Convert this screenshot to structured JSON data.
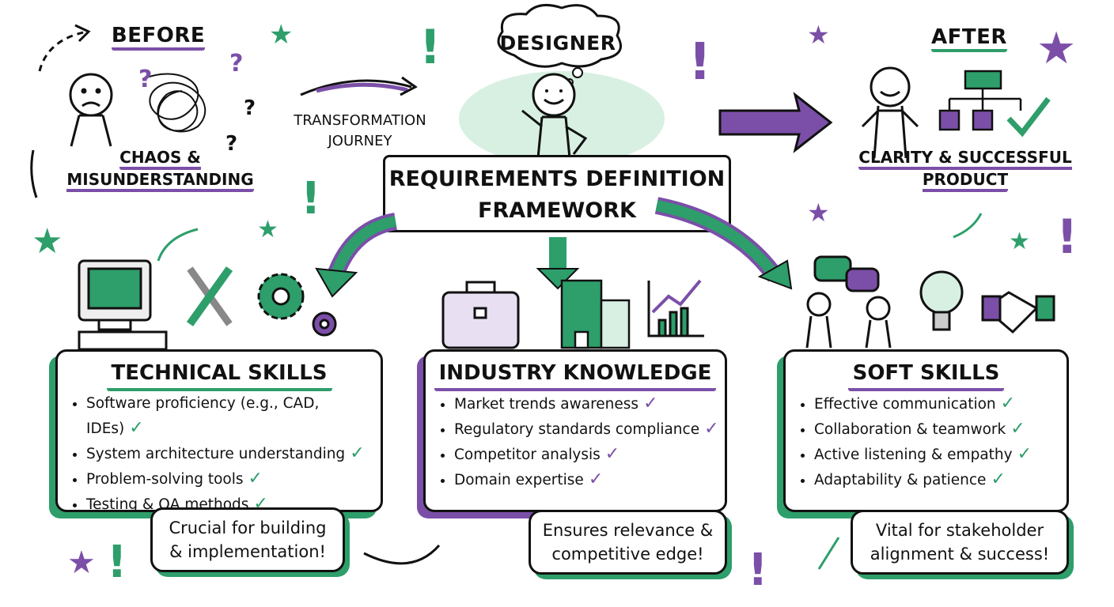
{
  "before": {
    "label": "BEFORE",
    "caption": "CHAOS & MISUNDERSTANDING"
  },
  "journey": {
    "label": "TRANSFORMATION JOURNEY"
  },
  "designer": {
    "label": "DESIGNER"
  },
  "title": "REQUIREMENTS DEFINITION FRAMEWORK",
  "after": {
    "label": "AFTER",
    "caption": "CLARITY & SUCCESSFUL PRODUCT"
  },
  "colors": {
    "green": "#2e9e6b",
    "purple": "#7b4fa8",
    "ink": "#111111"
  },
  "panels": [
    {
      "title": "TECHNICAL SKILLS",
      "items": [
        "Software proficiency (e.g., CAD, IDEs)",
        "System architecture understanding",
        "Problem-solving tools",
        "Testing & QA methods"
      ],
      "callout": "Crucial for building & implementation!"
    },
    {
      "title": "INDUSTRY KNOWLEDGE",
      "items": [
        "Market trends awareness",
        "Regulatory standards compliance",
        "Competitor analysis",
        "Domain expertise"
      ],
      "callout": "Ensures relevance & competitive edge!"
    },
    {
      "title": "SOFT SKILLS",
      "items": [
        "Effective communication",
        "Collaboration & teamwork",
        "Active listening & empathy",
        "Adaptability & patience"
      ],
      "callout": "Vital for stakeholder alignment & success!"
    }
  ],
  "check": "✓"
}
